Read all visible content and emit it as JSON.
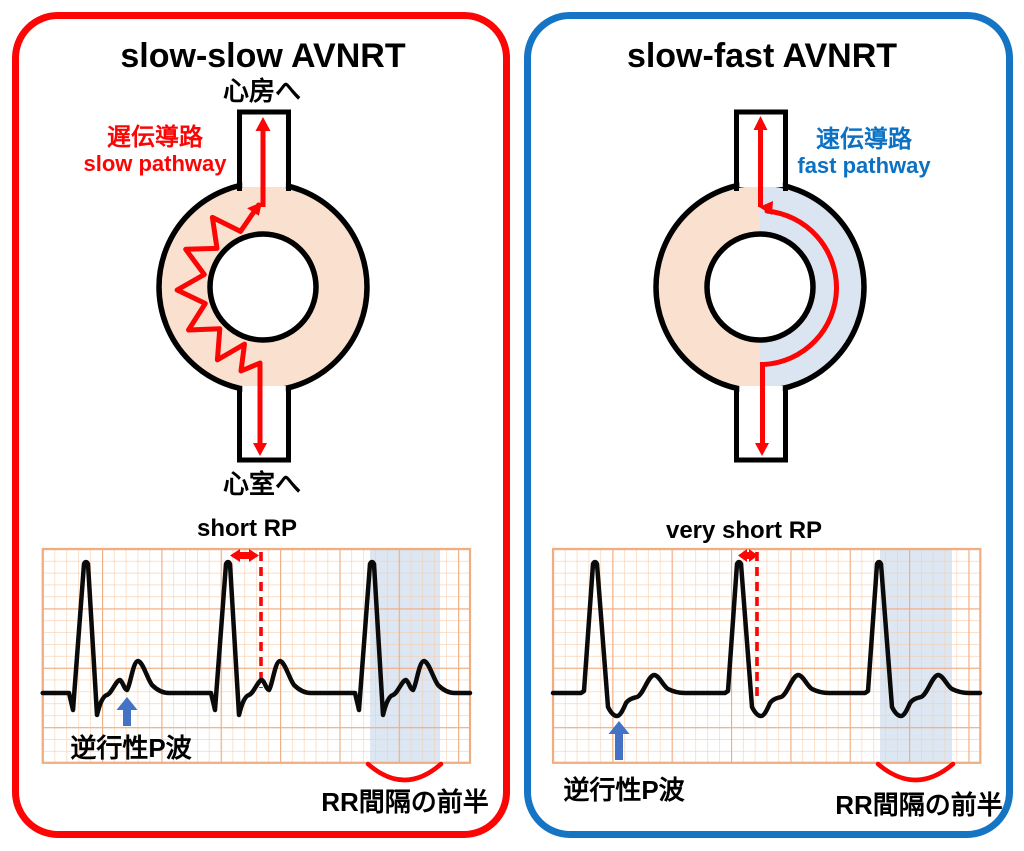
{
  "figure": {
    "description": "Comparison diagram of AV nodal reentrant tachycardia types with AV-node circuit drawings and ECG strips"
  },
  "colors": {
    "frame_red": "#FB0505",
    "frame_blue": "#1674C5",
    "pathway_red": "#FB0505",
    "pathway_text_blue": "#0C71C3",
    "donut_peach": "#FAE1CF",
    "donut_light_blue": "#DBE5F1",
    "ecg_grid_thin": "#F7CDAB",
    "ecg_grid_bold": "#F0AD82",
    "ecg_shade_blue": "#DCE7F3",
    "retro_arrow_blue": "#4472C4",
    "trace_black": "#0A0A0A"
  },
  "panels": [
    {
      "id": "slow-slow",
      "title": "slow-slow AVNRT",
      "accent_color": "#FB0505",
      "to_atrium_label": "心房へ",
      "to_ventricle_label": "心室へ",
      "pathway_label_jp": "遅伝導路",
      "pathway_label_en": "slow pathway",
      "pathway_label_color": "#FB0505",
      "rp_label": "short RP",
      "retrograde_p_label": "逆行性P波",
      "rr_half_label": "RR間隔の前半"
    },
    {
      "id": "slow-fast",
      "title": "slow-fast AVNRT",
      "accent_color": "#1674C5",
      "pathway_label_jp": "速伝導路",
      "pathway_label_en": "fast pathway",
      "pathway_label_color": "#0C71C3",
      "rp_label": "very short RP",
      "retrograde_p_label": "逆行性P波",
      "rr_half_label": "RR間隔の前半"
    }
  ]
}
